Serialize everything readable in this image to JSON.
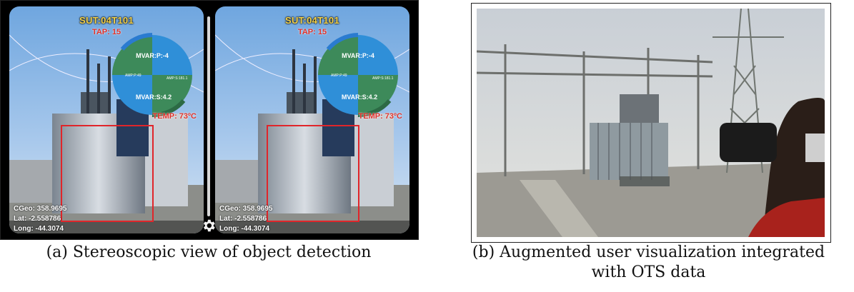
{
  "panel_a": {
    "hud": {
      "sut": "SUT:04T101",
      "tap": "TAP: 15",
      "temp": "TEMP: 73ºC",
      "pie_labels": {
        "mvar_p": "MVAR:P:-4",
        "amp_p": "AMP:P:49",
        "amp_s": "AMP:S:181.1",
        "mvar_s": "MVAR:S:4.2"
      },
      "cgeo": "CGeo: 358.9695",
      "lat": "Lat: -2.558786",
      "long": "Long: -44.3074"
    },
    "colors": {
      "box": "#e0252a",
      "pie_blue": "#2f8fd8",
      "pie_green": "#3d8a5a"
    },
    "icons": {
      "settings": "gear-icon"
    }
  },
  "panel_b": {},
  "captions": {
    "a": "(a) Stereoscopic view of object detection",
    "b_line1": "(b) Augmented user visualization integrated",
    "b_line2": "with OTS data"
  }
}
